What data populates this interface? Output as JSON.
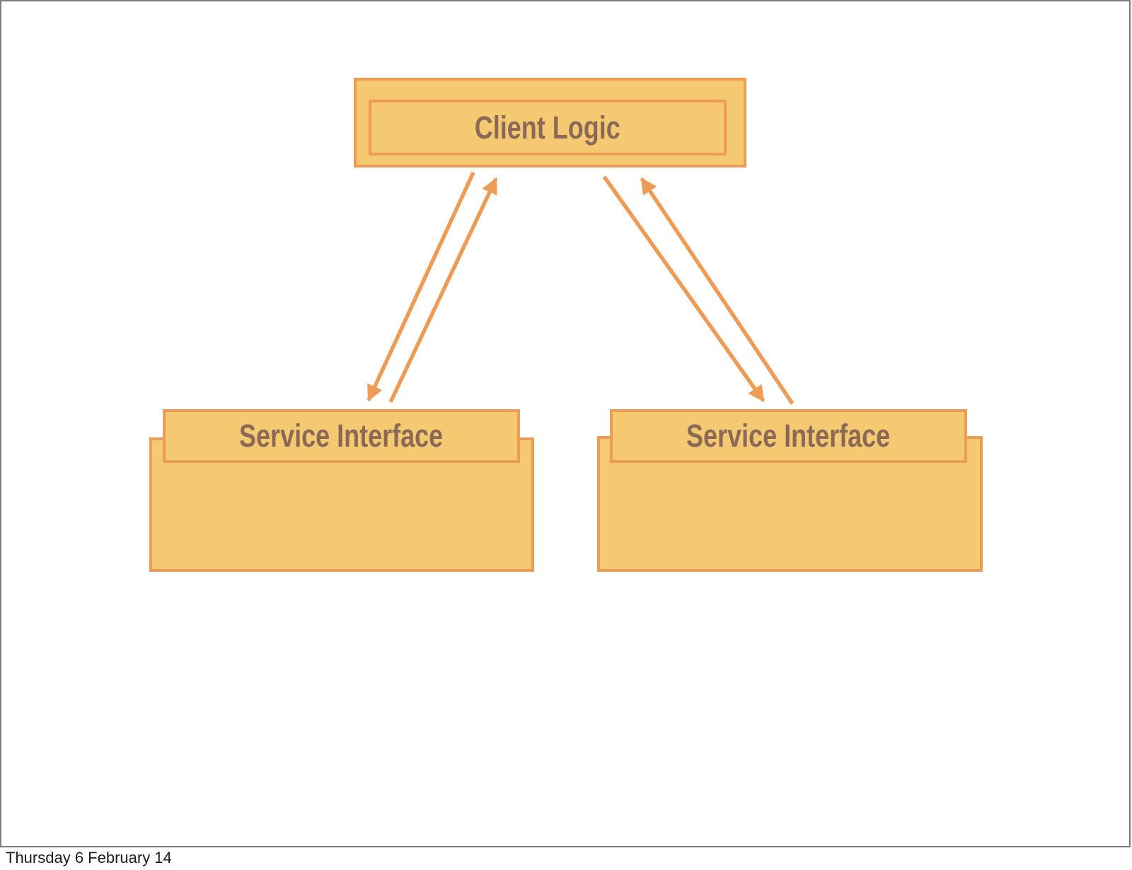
{
  "slide": {
    "nodes": {
      "client_logic": {
        "label": "Client Logic"
      },
      "service_left": {
        "label": "Service Interface"
      },
      "service_right": {
        "label": "Service Interface"
      }
    },
    "connections": [
      {
        "from": "client_logic",
        "to": "service_left"
      },
      {
        "from": "service_left",
        "to": "client_logic"
      },
      {
        "from": "client_logic",
        "to": "service_right"
      },
      {
        "from": "service_right",
        "to": "client_logic"
      }
    ]
  },
  "footer": {
    "date": "Thursday 6 February 14"
  },
  "theme": {
    "box-fill": "#F5C872",
    "box-border": "#EE9B55",
    "box-text": "#8A6A57",
    "frame-border": "#7D7D7D",
    "footer-text": "#1C1C1C",
    "background": "#FFFFFF"
  }
}
